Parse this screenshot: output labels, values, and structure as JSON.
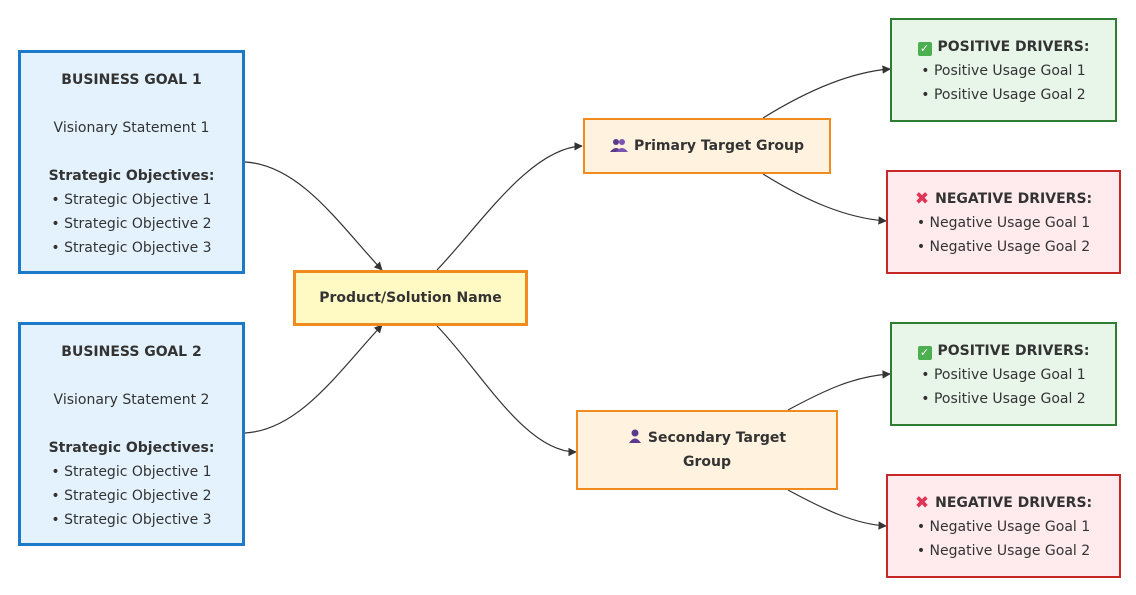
{
  "goals": [
    {
      "title": "BUSINESS GOAL 1",
      "statement": "Visionary Statement 1",
      "objectives_heading": "Strategic Objectives:",
      "objectives": [
        "• Strategic Objective 1",
        "• Strategic Objective 2",
        "• Strategic Objective 3"
      ]
    },
    {
      "title": "BUSINESS GOAL 2",
      "statement": "Visionary Statement 2",
      "objectives_heading": "Strategic Objectives:",
      "objectives": [
        "• Strategic Objective 1",
        "• Strategic Objective 2",
        "• Strategic Objective 3"
      ]
    }
  ],
  "product": {
    "name": "Product/Solution Name"
  },
  "targets": {
    "primary": {
      "label": "Primary Target Group",
      "icon": "people-icon"
    },
    "secondary": {
      "label_line1": "Secondary Target",
      "label_line2": "Group",
      "icon": "person-icon"
    }
  },
  "drivers": {
    "primary_positive": {
      "heading": "POSITIVE DRIVERS:",
      "icon": "check-icon",
      "items": [
        "• Positive Usage Goal 1",
        "• Positive Usage Goal 2"
      ]
    },
    "primary_negative": {
      "heading": "NEGATIVE DRIVERS:",
      "icon": "cross-icon",
      "items": [
        "• Negative Usage Goal 1",
        "• Negative Usage Goal 2"
      ]
    },
    "secondary_positive": {
      "heading": "POSITIVE DRIVERS:",
      "icon": "check-icon",
      "items": [
        "• Positive Usage Goal 1",
        "• Positive Usage Goal 2"
      ]
    },
    "secondary_negative": {
      "heading": "NEGATIVE DRIVERS:",
      "icon": "cross-icon",
      "items": [
        "• Negative Usage Goal 1",
        "• Negative Usage Goal 2"
      ]
    }
  },
  "colors": {
    "goal_fill": "#e3f2fd",
    "goal_border": "#1e78c8",
    "product_fill": "#fff9c4",
    "product_border": "#f08c1e",
    "target_fill": "#fff3e0",
    "target_border": "#f08c1e",
    "positive_fill": "#e8f5e9",
    "positive_border": "#2e7d32",
    "negative_fill": "#ffebee",
    "negative_border": "#c62828",
    "edge": "#333333"
  }
}
